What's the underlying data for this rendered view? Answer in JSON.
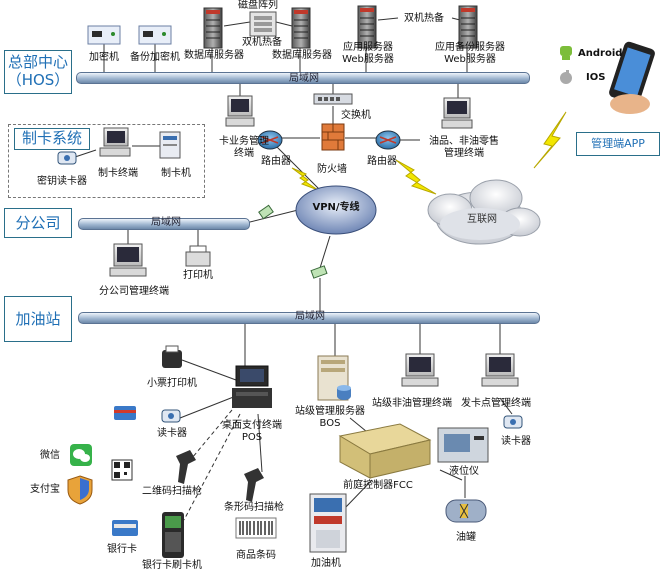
{
  "regions": {
    "hos": "总部中心\n（HOS）",
    "card_system": "制卡系统",
    "branch": "分公司",
    "station": "加油站",
    "app": "管理端APP"
  },
  "lan_label": "局域网",
  "hos": {
    "disk_array": "磁盘阵列",
    "dual_hot_standby": "双机热备",
    "dual_hot_standby2": "双机热备",
    "encryptor": "加密机",
    "backup_encryptor": "备份加密机",
    "db_server": "数据库服务器",
    "db_server2": "数据库服务器",
    "app_server": "应用服务器\nWeb服务器",
    "backup_app_server": "应用备份服务器\nWeb服务器",
    "switch": "交换机",
    "card_terminal": "卡业务管理\n终端",
    "router_left": "路由器",
    "firewall": "防火墙",
    "router_right": "路由器",
    "retail_terminal": "油品、非油零售\n管理终端"
  },
  "card_system": {
    "key_reader": "密钥读卡器",
    "card_terminal": "制卡终端",
    "card_machine": "制卡机"
  },
  "network": {
    "vpn": "VPN/专线",
    "internet": "互联网",
    "android": "Android",
    "ios": "IOS"
  },
  "branch": {
    "printer": "打印机",
    "terminal": "分公司管理终端"
  },
  "station": {
    "receipt_printer": "小票打印机",
    "card_reader": "读卡器",
    "pos": "桌面支付终端\nPOS",
    "wechat": "微信",
    "alipay": "支付宝",
    "qr_scanner": "二维码扫描枪",
    "barcode_scanner": "条形码扫描枪",
    "bank_card": "银行卡",
    "bank_pos": "银行卡刷卡机",
    "product_barcode": "商品条码",
    "bos": "站级管理服务器\nBOS",
    "fcc": "前庭控制器FCC",
    "dispenser": "加油机",
    "nonoil_terminal": "站级非油管理终端",
    "card_issue_terminal": "发卡点管理终端",
    "card_reader2": "读卡器",
    "level_gauge": "液位仪",
    "tank": "油罐"
  },
  "colors": {
    "region_text": "#1f6fb5",
    "lightning": "#f2e600",
    "router": "#3a8fd0",
    "firewall": "#e06a2a"
  }
}
